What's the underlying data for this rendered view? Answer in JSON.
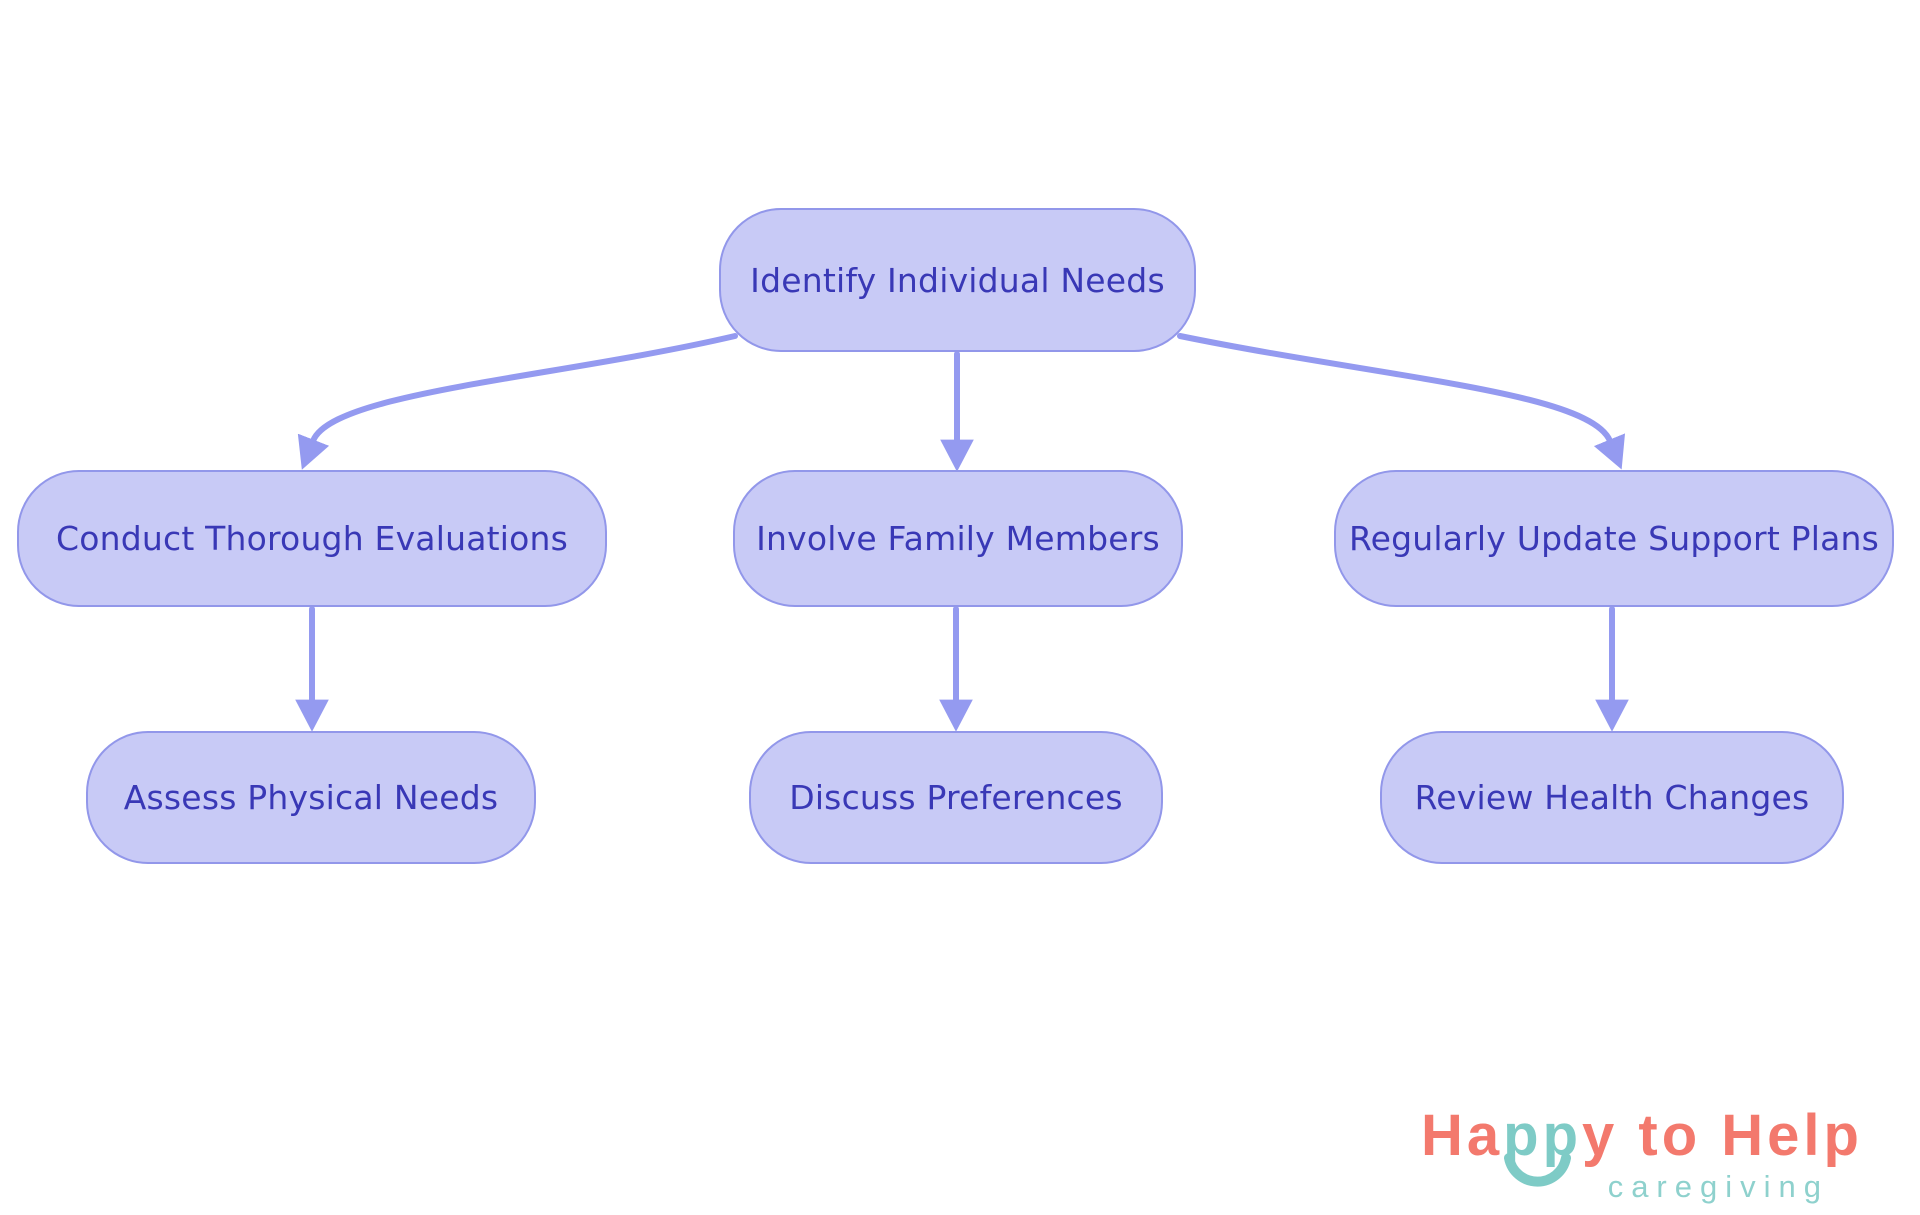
{
  "diagram": {
    "nodes": [
      {
        "id": "root",
        "label": "Identify Individual Needs"
      },
      {
        "id": "n1",
        "label": "Conduct Thorough Evaluations"
      },
      {
        "id": "n2",
        "label": "Involve Family Members"
      },
      {
        "id": "n3",
        "label": "Regularly Update Support Plans"
      },
      {
        "id": "n1a",
        "label": "Assess Physical Needs"
      },
      {
        "id": "n2a",
        "label": "Discuss Preferences"
      },
      {
        "id": "n3a",
        "label": "Review Health Changes"
      }
    ],
    "edges": [
      {
        "from": "Identify Individual Needs",
        "to": "Conduct Thorough Evaluations"
      },
      {
        "from": "Identify Individual Needs",
        "to": "Involve Family Members"
      },
      {
        "from": "Identify Individual Needs",
        "to": "Regularly Update Support Plans"
      },
      {
        "from": "Conduct Thorough Evaluations",
        "to": "Assess Physical Needs"
      },
      {
        "from": "Involve Family Members",
        "to": "Discuss Preferences"
      },
      {
        "from": "Regularly Update Support Plans",
        "to": "Review Health Changes"
      }
    ],
    "colors": {
      "node_fill": "#c8caf6",
      "node_border": "#9297ea",
      "node_text": "#3938b6",
      "arrow": "#949af0"
    }
  },
  "logo": {
    "brand_part1": "Ha",
    "brand_part2": "pp",
    "brand_part3": "y to Help",
    "tagline": "caregiving",
    "colors": {
      "coral": "#f3796d",
      "teal": "#7ecbc6",
      "tagline_teal": "#8ed1cd"
    }
  }
}
